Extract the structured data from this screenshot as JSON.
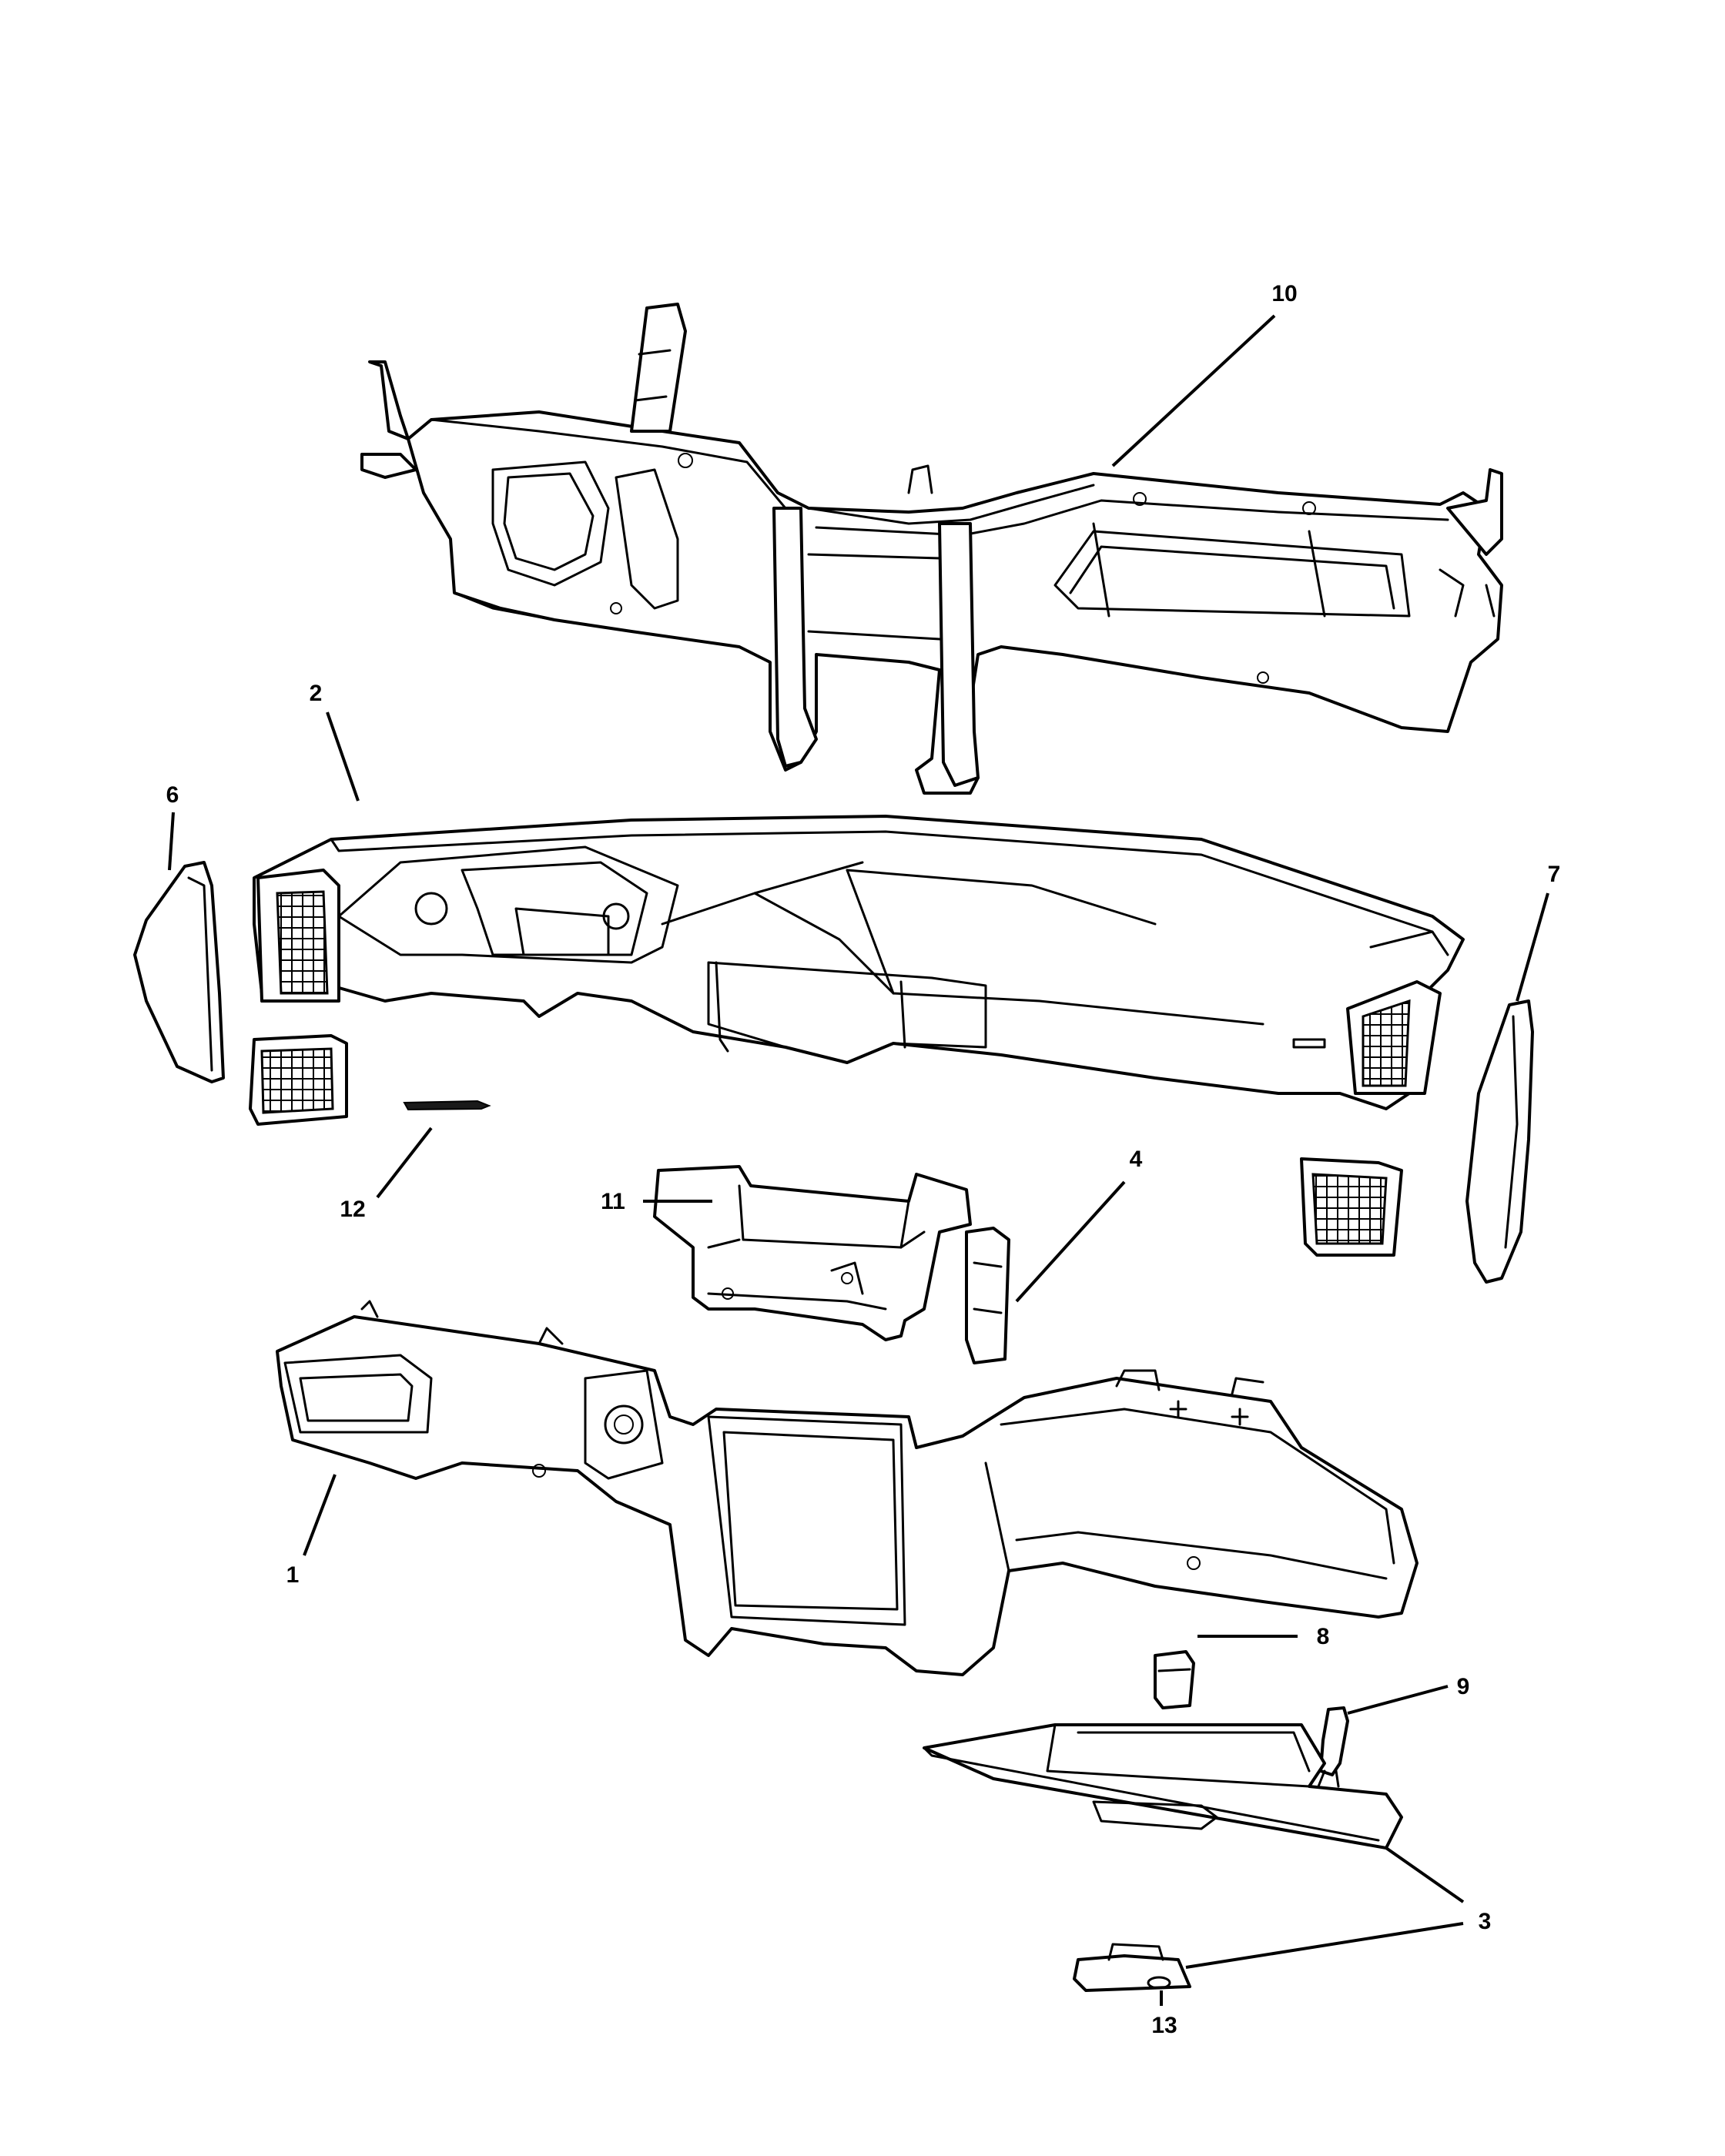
{
  "figure": {
    "callouts": [
      {
        "id": "c10",
        "label": "10"
      },
      {
        "id": "c2",
        "label": "2"
      },
      {
        "id": "c6",
        "label": "6"
      },
      {
        "id": "c7",
        "label": "7"
      },
      {
        "id": "c12",
        "label": "12"
      },
      {
        "id": "c11",
        "label": "11"
      },
      {
        "id": "c4",
        "label": "4"
      },
      {
        "id": "c1",
        "label": "1"
      },
      {
        "id": "c8",
        "label": "8"
      },
      {
        "id": "c9",
        "label": "9"
      },
      {
        "id": "c3",
        "label": "3"
      },
      {
        "id": "c13",
        "label": "13"
      }
    ]
  }
}
